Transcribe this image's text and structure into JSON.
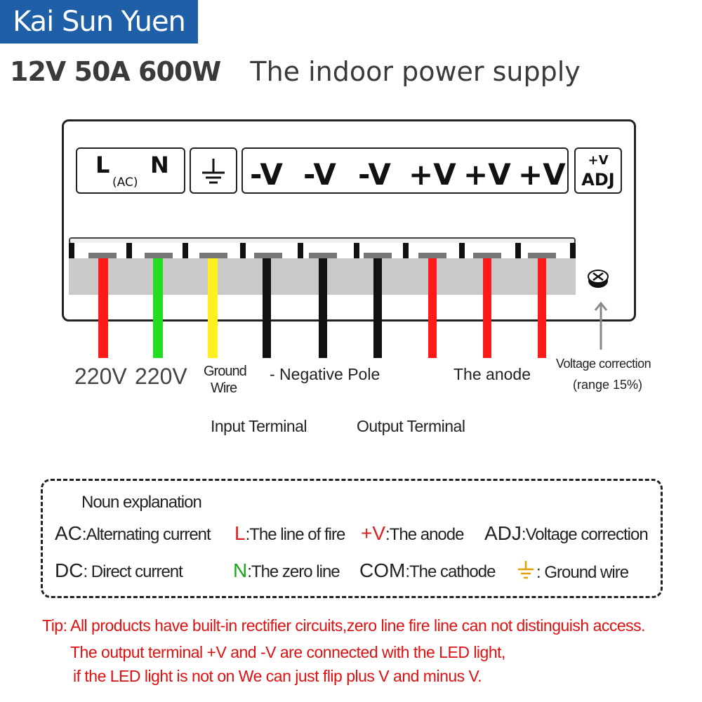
{
  "brand": "Kai Sun Yuen",
  "subtitle": {
    "spec": "12V 50A 600W",
    "desc": "The indoor power supply"
  },
  "panel": {
    "l": "L",
    "n": "N",
    "ac": "(AC)",
    "v_labels": [
      "-V",
      "-V",
      "-V",
      "+V",
      "+V",
      "+V"
    ],
    "adj_top": "+V",
    "adj_bottom": "ADJ"
  },
  "wires": [
    {
      "color": "#ff1a1a"
    },
    {
      "color": "#22dd22"
    },
    {
      "color": "#ffee22"
    },
    {
      "color": "#111111"
    },
    {
      "color": "#111111"
    },
    {
      "color": "#111111"
    },
    {
      "color": "#ff1a1a"
    },
    {
      "color": "#ff1a1a"
    },
    {
      "color": "#ff1a1a"
    }
  ],
  "labels": {
    "l1": "220V",
    "l2": "220V",
    "ground_1": "Ground",
    "ground_2": "Wire",
    "negative": "- Negative Pole",
    "anode": "The anode",
    "vc_1": "Voltage correction",
    "vc_2": "(range 15%)",
    "input": "Input Terminal",
    "output": "Output Terminal"
  },
  "legend": {
    "title": "Noun explanation",
    "ac_key": "AC",
    "ac_text": ":Alternating current",
    "l_key": "L",
    "l_text": ":The line of fire",
    "v_key": "+V",
    "v_text": ":The anode",
    "adj_key": "ADJ",
    "adj_text": ":Voltage correction",
    "dc_key": "DC",
    "dc_text": ": Direct current",
    "n_key": "N",
    "n_text": ":The zero line",
    "com_key": "COM",
    "com_text": ":The cathode",
    "gnd_text": ":  Ground wire"
  },
  "tip": {
    "line1": "Tip: All products have built-in rectifier circuits,zero line fire line can not distinguish access.",
    "line2": "The output terminal +V and -V are connected with the LED light,",
    "line3": "if the LED light is not on We can just flip plus V and minus V."
  },
  "colors": {
    "brand_bg": "#1f5fa8",
    "red": "#e02020",
    "green": "#1aa51a",
    "ground_icon": "#e0a000"
  }
}
